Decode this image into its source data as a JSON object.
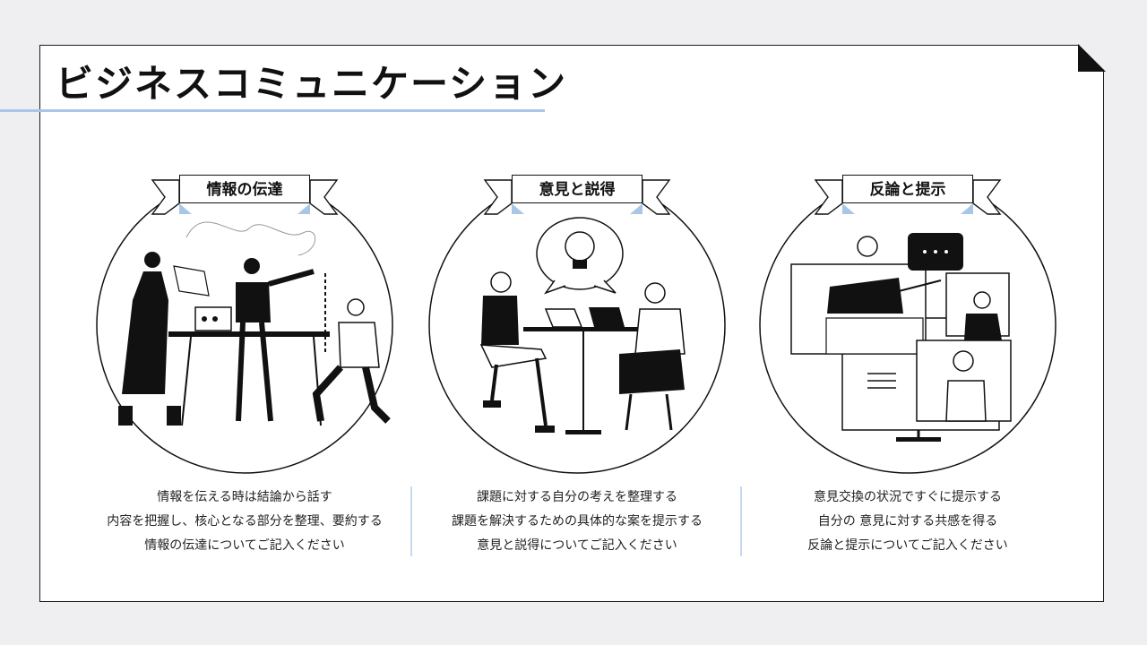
{
  "slide": {
    "title": "ビジネスコミュニケーション",
    "accent_color": "#a9c6e8",
    "columns": [
      {
        "label": "情報の伝達",
        "lines": [
          "情報を伝える時は結論から話す",
          "内容を把握し、核心となる部分を整理、要約する",
          "情報の伝達についてご記入ください"
        ],
        "icon": "meeting-people-icon"
      },
      {
        "label": "意見と説得",
        "lines": [
          "課題に対する自分の考えを整理する",
          "課題を解決するための具体的な案を提示する",
          "意見と説得についてご記入ください"
        ],
        "icon": "lightbulb-icon"
      },
      {
        "label": "反論と提示",
        "lines": [
          "意見交換の状況ですぐに提示する",
          "自分の 意見に対する共感を得る",
          "反論と提示についてご記入ください"
        ],
        "icon": "video-call-icon"
      }
    ]
  }
}
